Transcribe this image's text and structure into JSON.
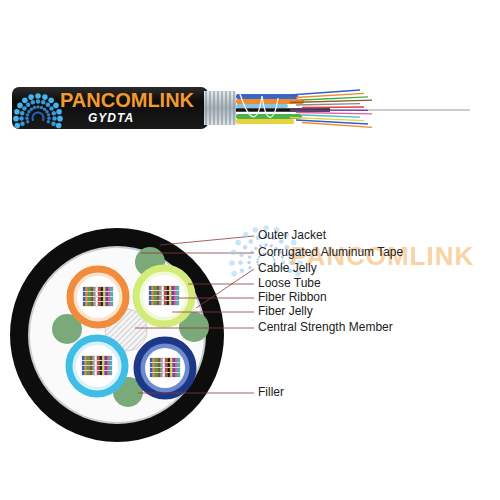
{
  "diagram": {
    "labels": [
      "PANCOMLINK",
      "GYDTA",
      "Outer Jacket",
      "Corrugated Aluminum Tape",
      "Cable Jelly",
      "Loose Tube",
      "Fiber Ribbon",
      "Fiber Jelly",
      "Central Strength Member",
      "Filler",
      "PANCOMLINK"
    ]
  }
}
